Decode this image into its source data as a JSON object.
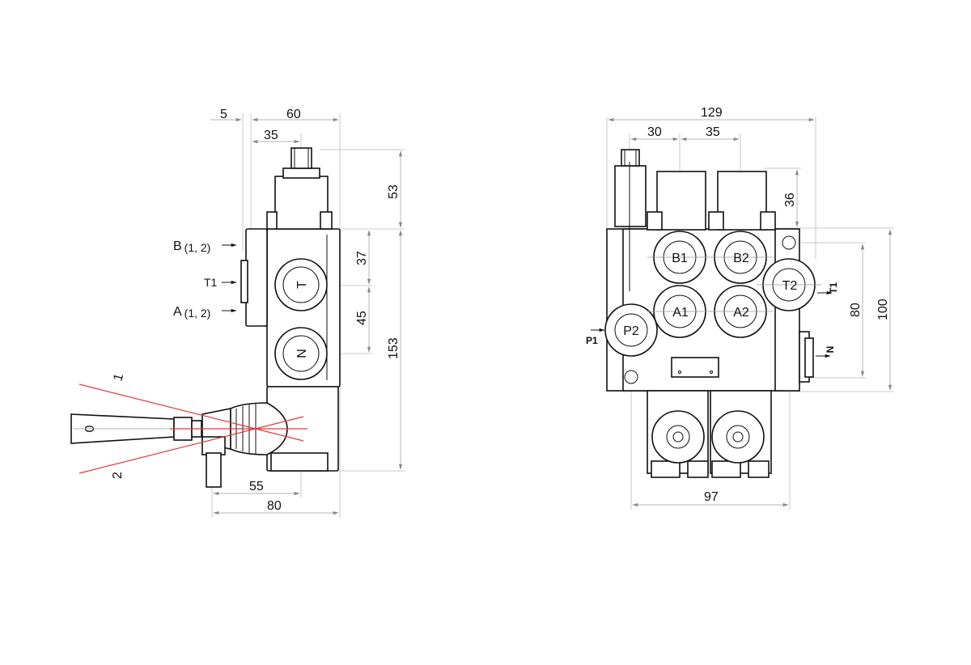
{
  "side_view": {
    "dims": {
      "d5": "5",
      "d60": "60",
      "d35": "35",
      "d53": "53",
      "d37": "37",
      "d45": "45",
      "d153": "153",
      "d55": "55",
      "d80": "80"
    },
    "ports": {
      "b": "B",
      "b_sub": "(1, 2)",
      "t1": "T1",
      "a": "A",
      "a_sub": "(1, 2)",
      "t": "T",
      "n": "N"
    },
    "lever": {
      "pos0": "0",
      "pos1": "1",
      "pos2": "2"
    }
  },
  "front_view": {
    "dims": {
      "d129": "129",
      "d30": "30",
      "d35": "35",
      "d36": "36",
      "d80": "80",
      "d100": "100",
      "d97": "97"
    },
    "ports": {
      "b1": "B1",
      "b2": "B2",
      "a1": "A1",
      "a2": "A2",
      "t2": "T2",
      "p2": "P2",
      "p1": "P1",
      "t1": "T1",
      "n": "N"
    }
  }
}
